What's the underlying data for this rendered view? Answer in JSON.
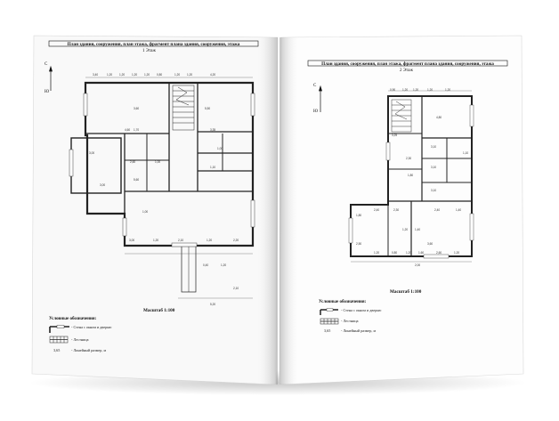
{
  "pages": [
    {
      "header": "План здания, сооружения, план этажа, фрагмент плана здания, сооружения, этажа",
      "floor": "1 Этаж",
      "compass_north": "С",
      "compass_south": "Ю",
      "scale": "Масштаб 1:100",
      "legend": {
        "title": "Условные обозначения:",
        "items": [
          "- Стена с окном и дверью",
          "- Лестница",
          "- Линейный размер, м"
        ],
        "dim_sample": "3,65"
      }
    },
    {
      "header": "План здания, сооружения, план этажа, фрагмент плана здания, сооружения, этажа",
      "floor": "2 Этаж",
      "compass_north": "С",
      "compass_south": "Ю",
      "scale": "Масштаб 1:100",
      "legend": {
        "title": "Условные обозначения:",
        "items": [
          "- Стена с окном и дверью",
          "- Лестница",
          "- Линейный размер, м"
        ],
        "dim_sample": "3,65"
      }
    }
  ],
  "plan_labels": {
    "p1": [
      "3,40",
      "1,20",
      "1,20",
      "1,20",
      "1,20",
      "0,80",
      "1,20",
      "1,20",
      "4,20",
      "3,60",
      "1,70",
      "4,60",
      "5,50",
      "3,35",
      "1,00",
      "1,10",
      "3,00",
      "3,00",
      "5,60",
      "2,60",
      "1,00",
      "1,00",
      "3,00",
      "1,20",
      "2,10",
      "1,20",
      "2,20",
      "0,40",
      "1,20",
      "2,10",
      "5,20"
    ],
    "p2": [
      "0,90",
      "1,20",
      "1,20",
      "1,20",
      "1,20",
      "3,25",
      "4,80",
      "2,30",
      "1,80",
      "3,10",
      "3,10",
      "3,10",
      "1,10",
      "2,30",
      "2,40",
      "1,80",
      "1,20",
      "1,40",
      "2,40",
      "3,60",
      "1,40",
      "2,50",
      "1,20",
      "0,80",
      "1,20",
      "1,60",
      "2,60",
      "1,20",
      "2,00"
    ]
  }
}
